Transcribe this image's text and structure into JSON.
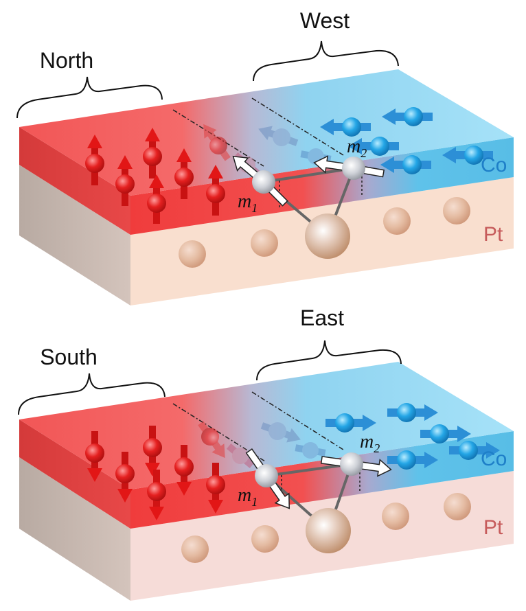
{
  "panels": [
    {
      "left_label": "North",
      "right_label": "West",
      "top_material": "Co",
      "bottom_material": "Pt",
      "moment_1": "m",
      "moment_1_sub": "1",
      "moment_2": "m",
      "moment_2_sub": "2"
    },
    {
      "left_label": "South",
      "right_label": "East",
      "top_material": "Co",
      "bottom_material": "Pt",
      "moment_1": "m",
      "moment_1_sub": "1",
      "moment_2": "m",
      "moment_2_sub": "2"
    }
  ],
  "colors": {
    "red_domain": "#f24f4f",
    "blue_domain": "#5cc8ee",
    "co_label": "#1e7fc8",
    "pt_label": "#c65b5b",
    "pt_top": "#f9dccd",
    "pt_bottom": "#f4d8d6",
    "spin_red": "#e01818",
    "spin_blue": "#2a9ee0",
    "pt_atom": "#d9a98a"
  }
}
